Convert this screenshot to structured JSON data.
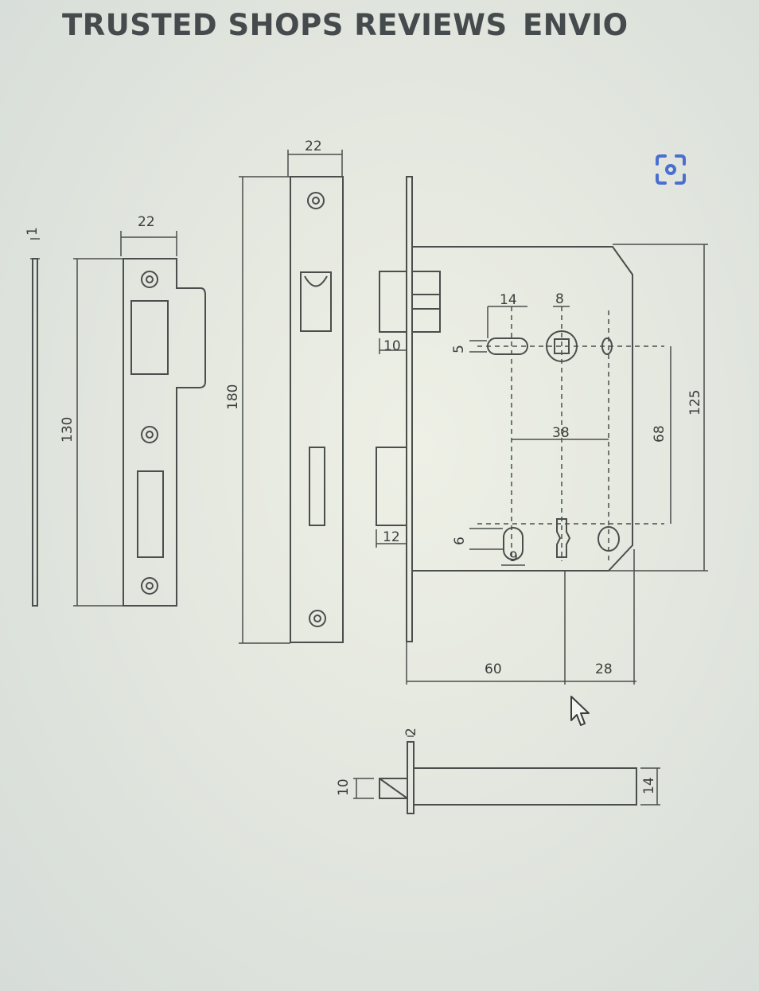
{
  "nav": {
    "reviews_label": "TRUSTED SHOPS REVIEWS",
    "envio_label": "ENVIO"
  },
  "drawing": {
    "strip_thickness": "1",
    "strike_plate": {
      "width": "22",
      "height": "130"
    },
    "faceplate": {
      "width": "22",
      "height": "180"
    },
    "lock_body": {
      "height": "125",
      "backset": "60",
      "depth_extra": "28",
      "centers": "68",
      "spacing": "38",
      "latch_depth": "10",
      "bolt_depth": "12",
      "hole_14": "14",
      "hole_8": "8",
      "slot_5": "5",
      "slot_6": "6",
      "slot_9": "9"
    },
    "latch_tongue": {
      "plate": "2",
      "tongue_height": "10",
      "tongue_width": "14"
    }
  },
  "icons": {
    "lens": "lens-search-icon",
    "cursor": "mouse-pointer-icon"
  },
  "colors": {
    "line": "#4a4e4c",
    "text": "#454a4c",
    "lens": "#4a6fd0"
  }
}
